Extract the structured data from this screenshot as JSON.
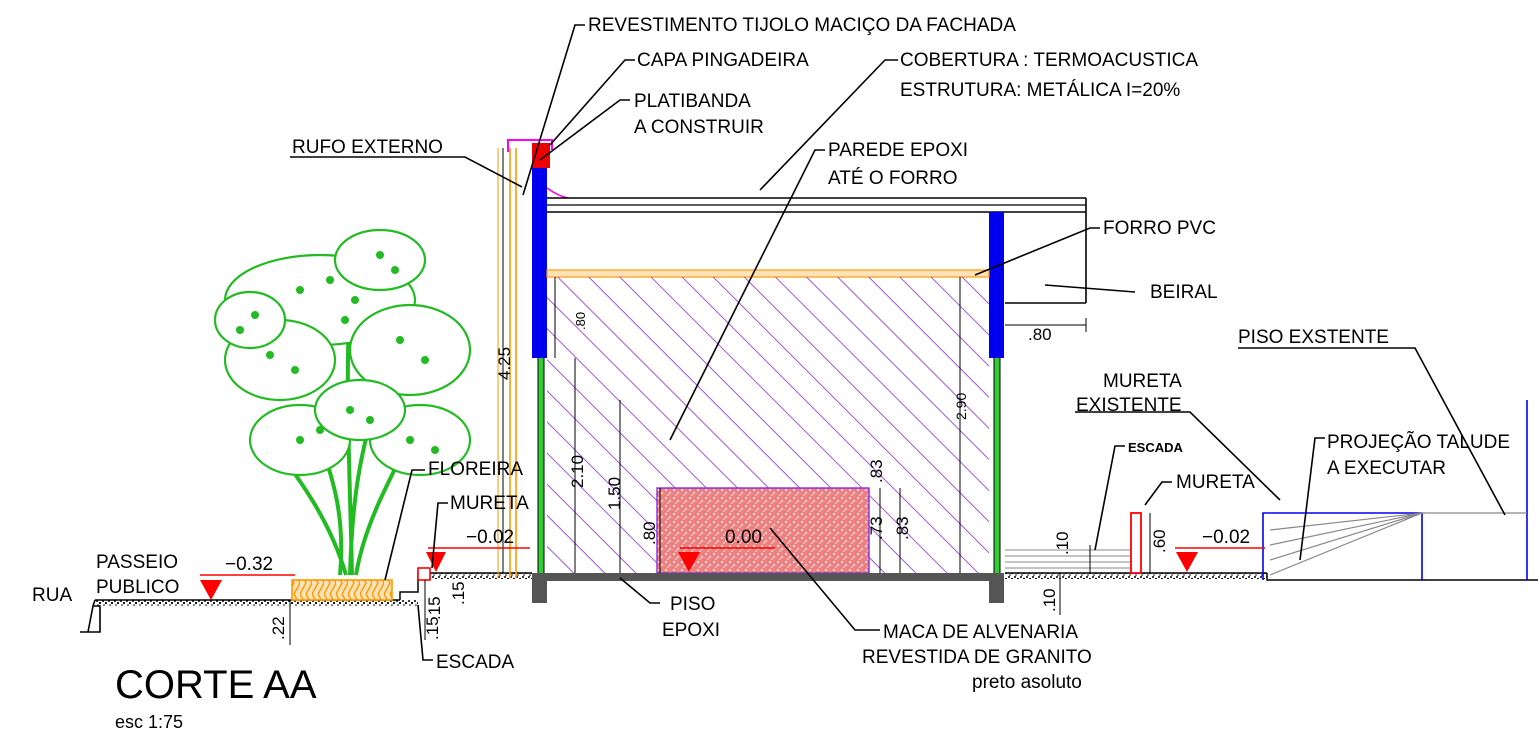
{
  "title": "CORTE AA",
  "scale": "esc  1:75",
  "labels": {
    "revestimento": "REVESTIMENTO  TIJOLO  MACIÇO  DA  FACHADA",
    "capa": "CAPA  PINGADEIRA",
    "cobertura_1": "COBERTURA  :  TERMOACUSTICA",
    "cobertura_2": "ESTRUTURA:  METÁLICA  I=20%",
    "platibanda_1": "PLATIBANDA",
    "platibanda_2": "A  CONSTRUIR",
    "rufo": "RUFO  EXTERNO",
    "parede_1": "PAREDE  EPOXI",
    "parede_2": "ATÉ  O  FORRO",
    "forro": "FORRO  PVC",
    "beiral": "BEIRAL",
    "piso_existente": "PISO  EXSTENTE",
    "mureta_exist_1": "MURETA",
    "mureta_exist_2": "EXISTENTE",
    "escada_right": "ESCADA",
    "mureta_right": "MURETA",
    "projecao_1": "PROJEÇÃO  TALUDE",
    "projecao_2": "A  EXECUTAR",
    "floreira": "FLOREIRA",
    "mureta_left": "MURETA",
    "passeio_1": "PASSEIO",
    "passeio_2": "PUBLICO",
    "rua": "RUA",
    "escada_left": "ESCADA",
    "piso_epoxi_1": "PISO",
    "piso_epoxi_2": "EPOXI",
    "maca_1": "MACA  DE  ALVENARIA",
    "maca_2": "REVESTIDA  DE  GRANITO",
    "maca_3": "preto  asoluto"
  },
  "levels": {
    "passeio": "−0.32",
    "floreira": "−0.02",
    "interior": "0.00",
    "external_right": "−0.02"
  },
  "dimensions": {
    "total_height": "4.25",
    "d080_top": ".80",
    "d210": "2.10",
    "d150": "1.50",
    "d080_maca": ".80",
    "d083_top": ".83",
    "d073": ".73",
    "d083_side": ".83",
    "d290": "2.90",
    "beiral_080": ".80",
    "d010_top": ".10",
    "d060": ".60",
    "d010_bottom": ".10",
    "d022": ".22",
    "d015_a": ".15",
    "d015_b": ".15",
    "d015_c": ".15"
  },
  "colors": {
    "wall_blue": "#0000ee",
    "platibanda_red": "#ee0000",
    "hatch_purple": "#8a2be2",
    "granite_pink": "#f08080",
    "tree_green": "#22bb22",
    "floreira_orange": "#ff9900",
    "level_red": "#ff0000",
    "capa_magenta": "#ff00ff",
    "glass_green": "#33cc33"
  }
}
